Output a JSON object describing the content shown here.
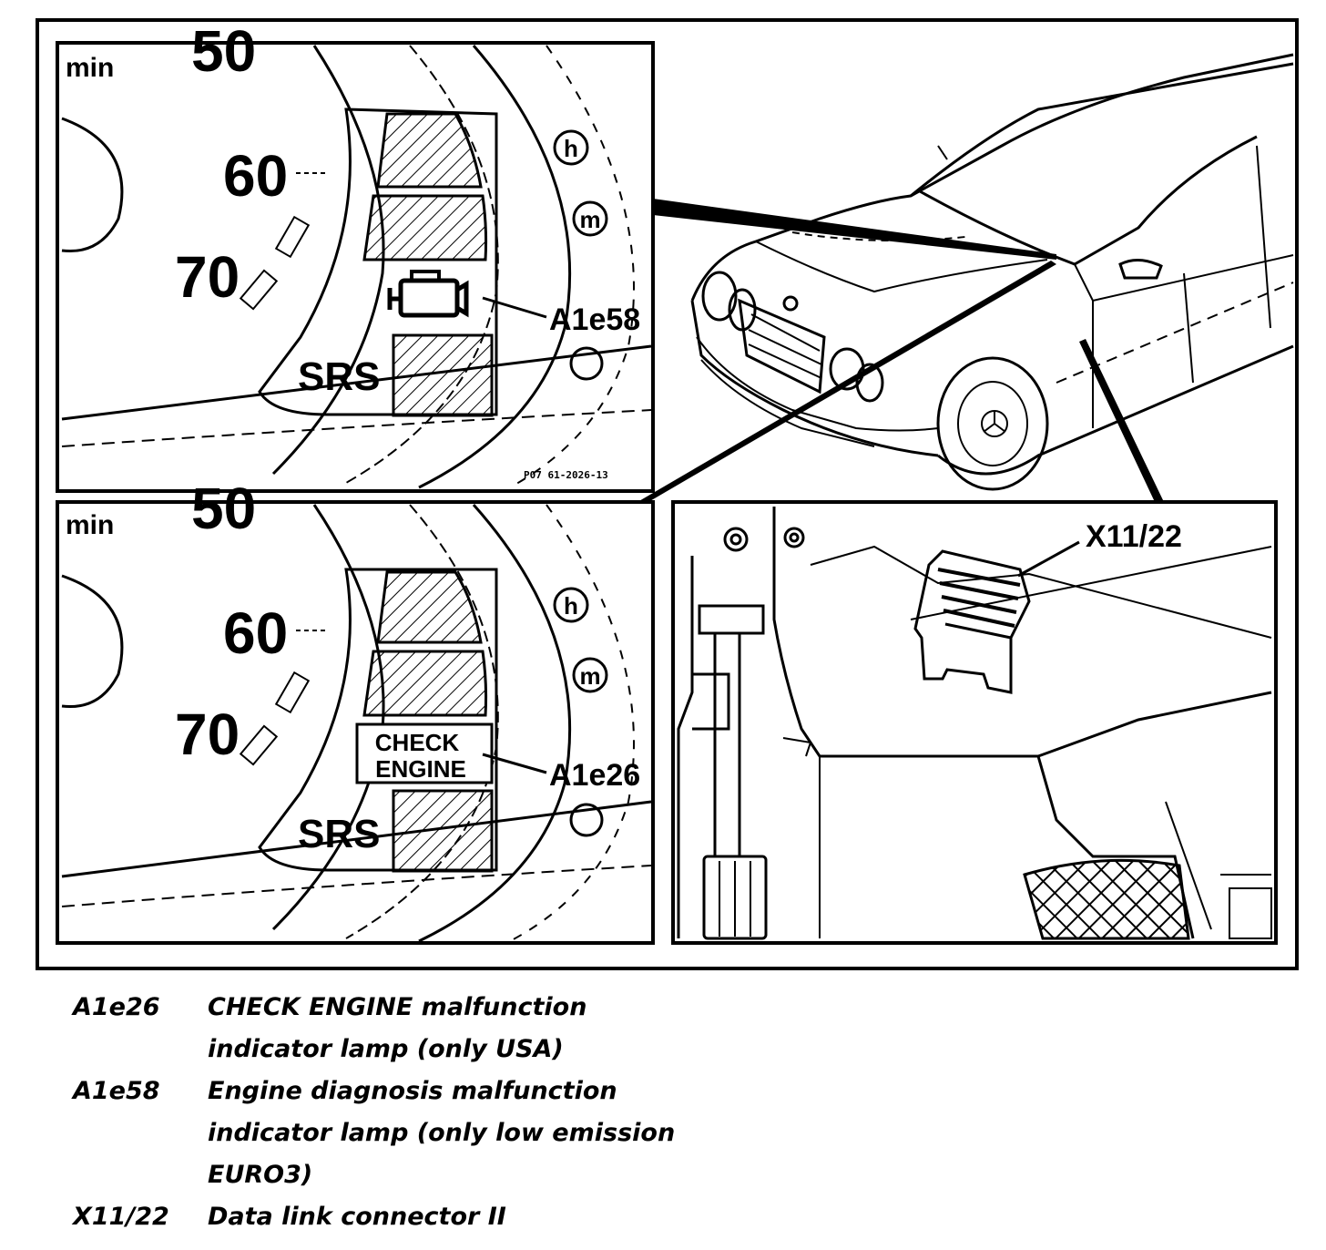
{
  "top_panel": {
    "min_label": "min",
    "speed_50": "50",
    "speed_60": "60",
    "speed_70": "70",
    "hour_label": "h",
    "minute_label": "m",
    "srs_label": "SRS",
    "callout": "A1e58",
    "figure_code": "P07 61-2026-13"
  },
  "bottom_panel": {
    "min_label": "min",
    "speed_50": "50",
    "speed_60": "60",
    "speed_70": "70",
    "hour_label": "h",
    "minute_label": "m",
    "srs_label": "SRS",
    "check_line1": "CHECK",
    "check_line2": "ENGINE",
    "callout": "A1e26"
  },
  "connector_panel": {
    "callout": "X11/22"
  },
  "legend": [
    {
      "code": "A1e26",
      "lines": [
        "CHECK ENGINE malfunction",
        "indicator lamp (only USA)"
      ]
    },
    {
      "code": "A1e58",
      "lines": [
        "Engine diagnosis malfunction",
        "indicator lamp (only low emission",
        "EURO3)"
      ]
    },
    {
      "code": "X11/22",
      "lines": [
        "Data link connector II"
      ]
    }
  ]
}
